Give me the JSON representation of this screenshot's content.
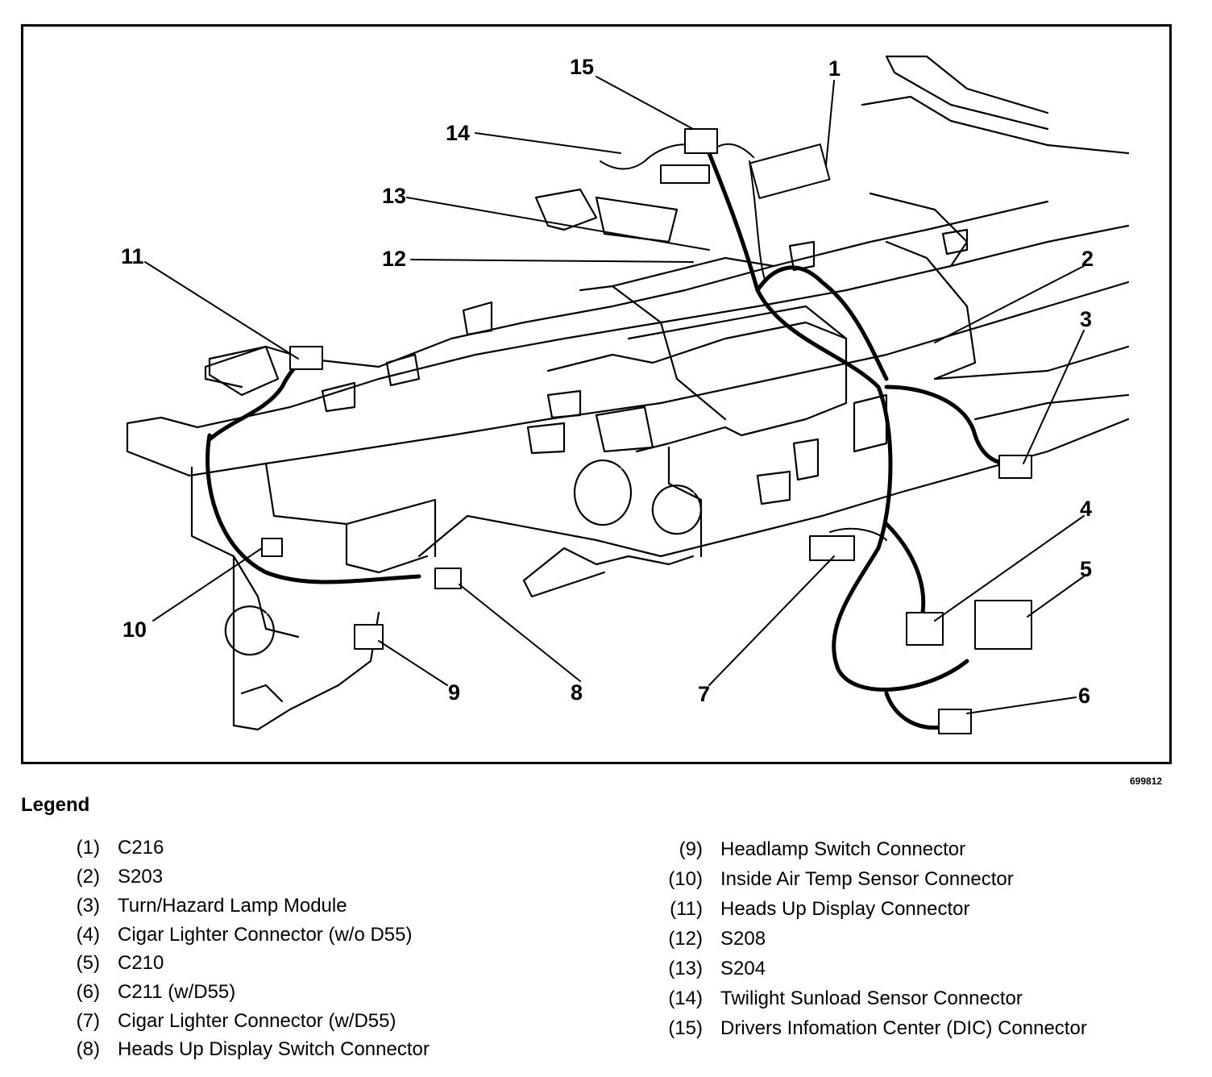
{
  "figure_id": "699812",
  "legend": {
    "title": "Legend",
    "items": [
      {
        "num": "(1)",
        "label": "C216"
      },
      {
        "num": "(2)",
        "label": "S203"
      },
      {
        "num": "(3)",
        "label": "Turn/Hazard Lamp Module"
      },
      {
        "num": "(4)",
        "label": "Cigar Lighter Connector (w/o D55)"
      },
      {
        "num": "(5)",
        "label": "C210"
      },
      {
        "num": "(6)",
        "label": "C211 (w/D55)"
      },
      {
        "num": "(7)",
        "label": "Cigar Lighter Connector (w/D55)"
      },
      {
        "num": "(8)",
        "label": "Heads Up Display Switch Connector"
      },
      {
        "num": "(9)",
        "label": "Headlamp Switch Connector"
      },
      {
        "num": "(10)",
        "label": "Inside Air Temp Sensor Connector"
      },
      {
        "num": "(11)",
        "label": "Heads Up Display Connector"
      },
      {
        "num": "(12)",
        "label": "S208"
      },
      {
        "num": "(13)",
        "label": "S204"
      },
      {
        "num": "(14)",
        "label": "Twilight Sunload Sensor Connector"
      },
      {
        "num": "(15)",
        "label": "Drivers Infomation Center (DIC) Connector"
      }
    ]
  },
  "callouts": [
    "1",
    "2",
    "3",
    "4",
    "5",
    "6",
    "7",
    "8",
    "9",
    "10",
    "11",
    "12",
    "13",
    "14",
    "15"
  ]
}
